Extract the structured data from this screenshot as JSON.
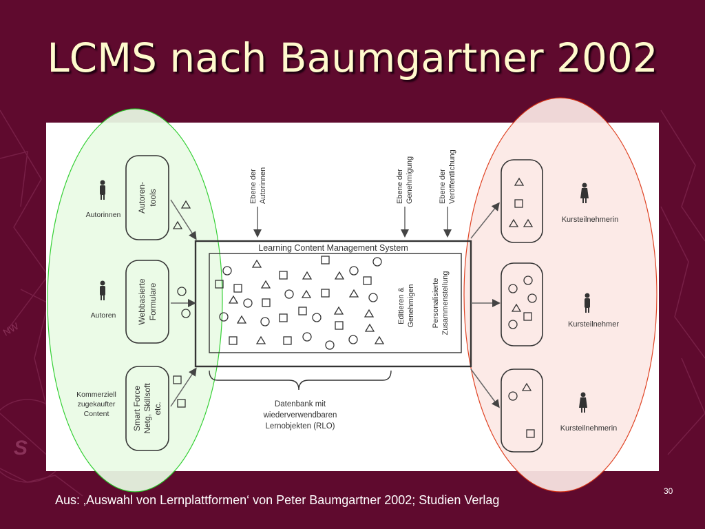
{
  "slide": {
    "title": "LCMS nach Baumgartner 2002",
    "caption": "Aus: ‚Auswahl von Lernplattformen‘ von Peter Baumgartner 2002; Studien Verlag",
    "page_number": "30"
  },
  "diagram": {
    "authors": [
      {
        "role": "Autorinnen",
        "tool": [
          "Autoren-",
          "tools"
        ]
      },
      {
        "role": "Autoren",
        "tool": [
          "Webbasierte",
          "Formulare"
        ]
      },
      {
        "role_lines": [
          "Kommerziell",
          "zugekaufter",
          "Content"
        ],
        "tool": [
          "Smart Force",
          "Netg, Skillsoft",
          "etc."
        ]
      }
    ],
    "levels": {
      "authors": [
        "Ebene der",
        "Autorinnen"
      ],
      "approval": [
        "Ebene der",
        "Genehmigung"
      ],
      "publication": [
        "Ebene der",
        "Veröffentlichung"
      ]
    },
    "lcms_title": "Learning Content Management System",
    "edit_label": [
      "Editieren &",
      "Genehmigen"
    ],
    "personal_label": [
      "Personalisierte",
      "Zusammenstellung"
    ],
    "database_label": [
      "Datenbank mit",
      "wiederverwendbaren",
      "Lernobjekten (RLO)"
    ],
    "participants": [
      "Kursteilnehmerin",
      "Kursteilnehmer",
      "Kursteilnehmerin"
    ]
  },
  "colors": {
    "background": "#5f0a2e",
    "title": "#fffacd",
    "left_ellipse_stroke": "#22cc22",
    "left_ellipse_fill": "#eafbe6",
    "right_ellipse_stroke": "#dd3311",
    "right_ellipse_fill": "#fce9e6"
  }
}
